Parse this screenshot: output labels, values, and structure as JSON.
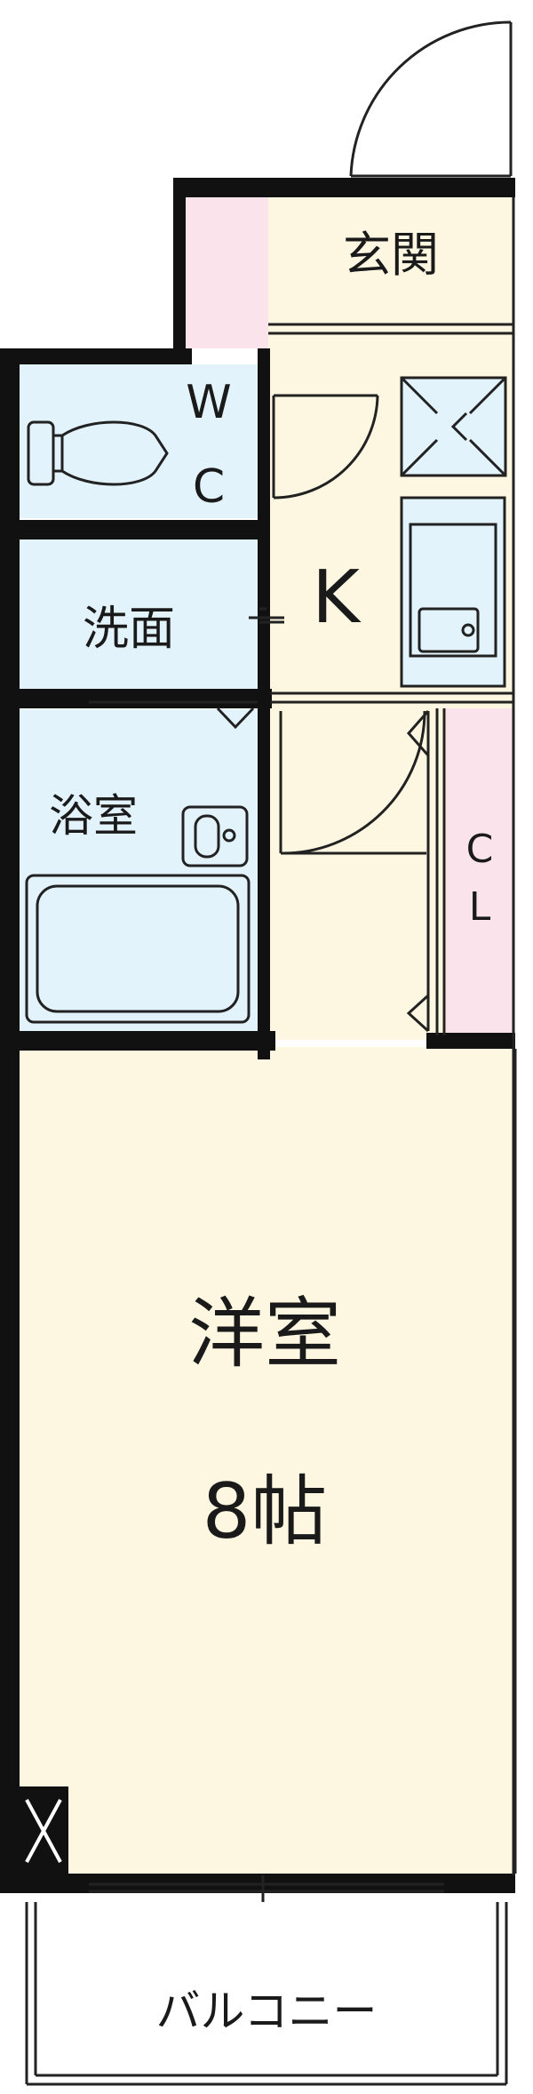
{
  "rooms": {
    "entrance": "玄関",
    "wc_top": "W",
    "wc_bottom": "C",
    "washroom": "洗面",
    "kitchen": "K",
    "bathroom": "浴室",
    "closet_top": "C",
    "closet_bottom": "L",
    "western_room": "洋室",
    "western_room_size": "8帖",
    "balcony": "バルコニー"
  },
  "colors": {
    "wall": "#111111",
    "floor": "#fdf7e1",
    "water_area": "#e2f3fb",
    "storage": "#fbe3ec",
    "balcony": "#ffffff"
  }
}
